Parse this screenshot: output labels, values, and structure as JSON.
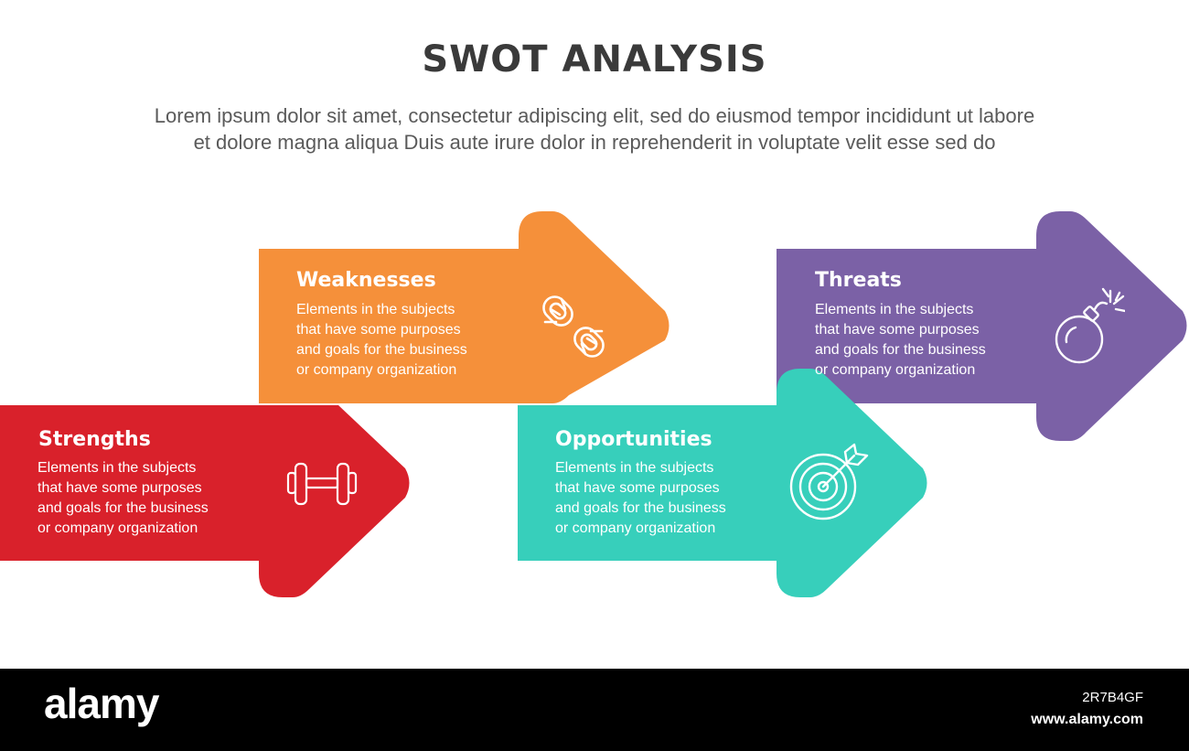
{
  "header": {
    "title": "SWOT ANALYSIS",
    "subtitle_line1": "Lorem ipsum dolor sit amet, consectetur adipiscing elit, sed do eiusmod tempor incididunt ut labore",
    "subtitle_line2": "et dolore magna aliqua Duis aute irure dolor in reprehenderit in voluptate velit esse sed do"
  },
  "items": [
    {
      "title": "Strengths",
      "lines": [
        "Elements in the subjects",
        "that have some purposes",
        "and goals for the  business",
        "or company organization"
      ],
      "color": "#d9212b",
      "icon": "dumbbell-icon"
    },
    {
      "title": "Weaknesses",
      "lines": [
        "Elements in the subjects",
        "that have some purposes",
        "and goals for the  business",
        "or company organization"
      ],
      "color": "#f5903a",
      "icon": "broken-chain-icon"
    },
    {
      "title": "Opportunities",
      "lines": [
        "Elements in the subjects",
        "that have some purposes",
        "and goals for the  business",
        "or company organization"
      ],
      "color": "#37cfbb",
      "icon": "target-icon"
    },
    {
      "title": "Threats",
      "lines": [
        "Elements in the subjects",
        "that have some purposes",
        "and goals for the  business",
        "or company organization"
      ],
      "color": "#7b61a6",
      "icon": "bomb-icon"
    }
  ],
  "footer": {
    "brand": "alamy",
    "image_id": "2R7B4GF",
    "url": "www.alamy.com"
  }
}
